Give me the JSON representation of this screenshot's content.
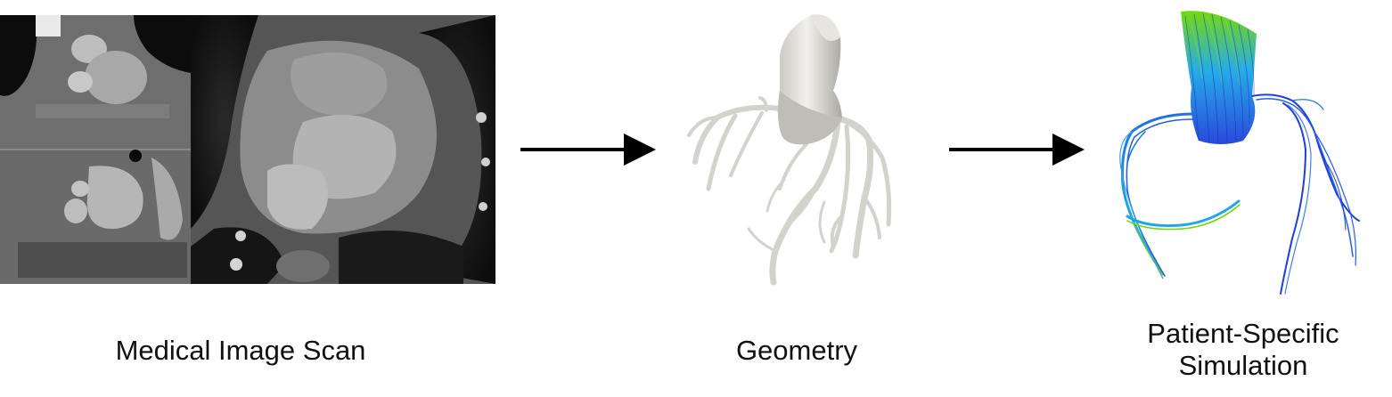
{
  "stages": [
    {
      "id": "scan",
      "label": "Medical Image Scan",
      "icon": "ct-scan-image"
    },
    {
      "id": "geometry",
      "label": "Geometry",
      "icon": "vessel-geometry-model"
    },
    {
      "id": "simulation",
      "label_lines": [
        "Patient-Specific",
        "Simulation"
      ],
      "icon": "flow-streamline-simulation"
    }
  ],
  "arrows": [
    {
      "from": "scan",
      "to": "geometry",
      "icon": "right-arrow-icon"
    },
    {
      "from": "geometry",
      "to": "simulation",
      "icon": "right-arrow-icon"
    }
  ],
  "colors": {
    "text": "#111111",
    "arrow": "#000000",
    "vessel": "#d9d8d3",
    "stream_low": "#1f3fd8",
    "stream_mid": "#1ba7e8",
    "stream_high": "#6fd600"
  }
}
